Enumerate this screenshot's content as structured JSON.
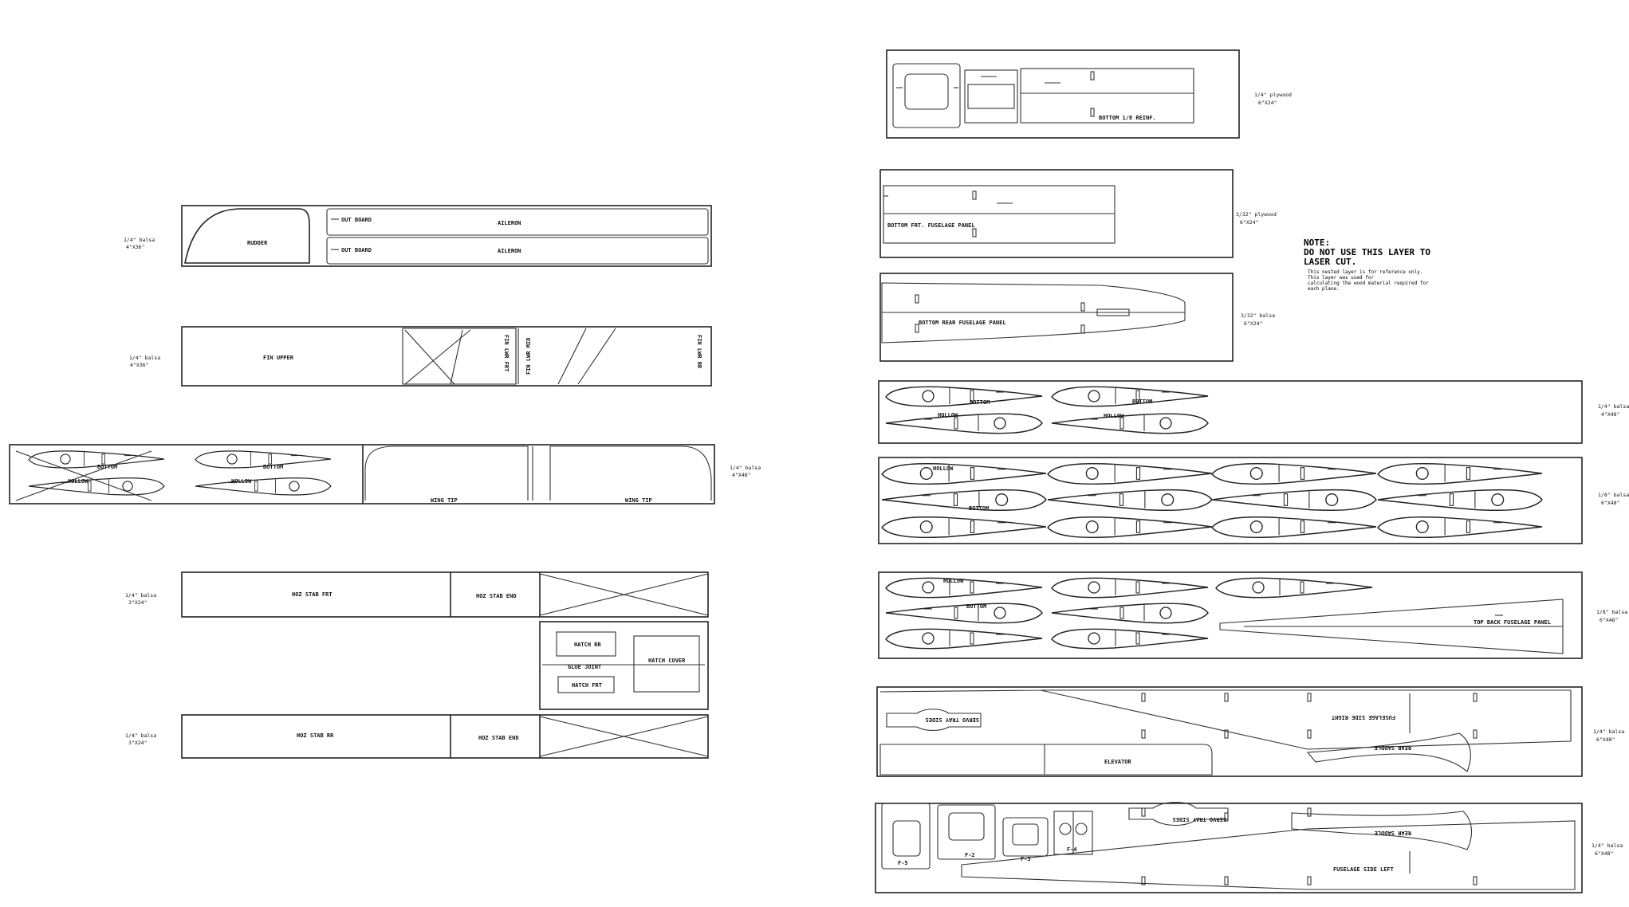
{
  "left_sheets": {
    "sheet1": {
      "material": [
        "1/4\" balsa",
        "4\"X36\""
      ],
      "parts": {
        "rudder": "RUDDER",
        "outboard_1": "OUT BOARD",
        "aileron_1": "AILERON",
        "outboard_2": "OUT BOARD",
        "aileron_2": "AILERON"
      }
    },
    "sheet2": {
      "material": [
        "1/4\" balsa",
        "4\"X36\""
      ],
      "parts": {
        "fin_upper": "FIN UPPER",
        "fin_lwr_frt": "FIN LWR FRT",
        "fin_lwr_mid": "FIN LWR MID",
        "fin_lwr_rr": "FIN LWR RR"
      }
    },
    "sheet3": {
      "material": [
        "1/4\" balsa",
        "4\"X48\""
      ],
      "parts": {
        "bottom_1": "BOTTOM",
        "bottom_2": "BOTTOM",
        "hollow_1": "HOLLOW",
        "hollow_2": "HOLLOW",
        "wing_tip_1": "WING TIP",
        "wing_tip_2": "WING TIP"
      }
    },
    "sheet4": {
      "material": [
        "1/4\" balsa",
        "3\"X24\""
      ],
      "parts": {
        "hoz_stab_frt": "HOZ STAB FRT",
        "hoz_stab_end": "HOZ STAB END",
        "hatch_rr": "HATCH RR",
        "glue_joint": "GLUE JOINT",
        "hatch_frt": "HATCH FRT",
        "hatch_cover": "HATCH COVER"
      }
    },
    "sheet5": {
      "material": [
        "1/4\" balsa",
        "3\"X24\""
      ],
      "parts": {
        "hoz_stab_rr": "HOZ STAB RR",
        "hoz_stab_end": "HOZ STAB END"
      }
    }
  },
  "right_sheets": {
    "ply1": {
      "material": [
        "1/4\" plywood",
        "6\"X24\""
      ],
      "parts": {
        "bottom_reinf": "BOTTOM 1/8 REINF."
      }
    },
    "ply2": {
      "material": [
        "3/32\" plywood",
        "6\"X24\""
      ],
      "parts": {
        "bottom_frt_panel": "BOTTOM FRT. FUSELAGE PANEL"
      }
    },
    "ply3": {
      "material": [
        "3/32\" balsa",
        "6\"X24\""
      ],
      "parts": {
        "bottom_rear_panel": "BOTTOM REAR FUSELAGE PANEL"
      }
    },
    "ribs1": {
      "material": [
        "1/4\" balsa",
        "4\"X48\""
      ],
      "parts": {
        "bottom_1": "BOTTOM",
        "bottom_2": "BOTTOM",
        "hollow_1": "HOLLOW",
        "hollow_2": "HOLLOW"
      }
    },
    "ribs2": {
      "material": [
        "1/8\" balsa",
        "6\"X48\""
      ],
      "parts": {
        "hollow": "HOLLOW",
        "bottom": "BOTTOM"
      }
    },
    "ribs3": {
      "material": [
        "1/8\" balsa",
        "6\"X48\""
      ],
      "parts": {
        "hollow": "HOLLOW",
        "bottom": "BOTTOM",
        "top_back_panel": "TOP BACK FUSELAGE PANEL"
      }
    },
    "side_right": {
      "material": [
        "1/4\" balsa",
        "6\"X48\""
      ],
      "parts": {
        "fuselage_side_right": "FUSELAGE SIDE RIGHT",
        "servo_tray": "SERVO TRAY SIDES",
        "rear_saddle": "REAR SADDLE",
        "elevator": "ELEVATOR"
      }
    },
    "side_left": {
      "material": [
        "1/4\" balsa",
        "6\"X48\""
      ],
      "parts": {
        "fuselage_side_left": "FUSELAGE SIDE LEFT",
        "servo_tray": "SERVO TRAY SIDES",
        "rear_saddle": "REAR SADDLE",
        "f2": "F-2",
        "f3": "F-3",
        "f4": "F-4",
        "f5": "F-5"
      }
    }
  },
  "note": {
    "title_1": "NOTE:",
    "title_2": "DO NOT USE THIS LAYER TO",
    "title_3": "LASER CUT.",
    "line_1": "This nested layer is for reference only.",
    "line_2": "This layer was used for",
    "line_3": "calculating the wood material required for",
    "line_4": "each plane."
  }
}
